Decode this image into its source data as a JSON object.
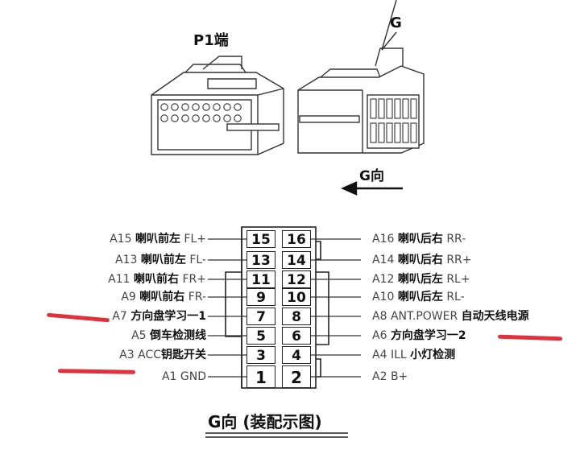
{
  "top": {
    "p1_label": "P1端",
    "g_label": "G",
    "direction_label": "G向"
  },
  "footer_title": "G向 (装配示图)",
  "pins": [
    {
      "num": "15",
      "id": "A15",
      "desc": "喇叭前左",
      "signal": "FL+",
      "side": "left"
    },
    {
      "num": "16",
      "id": "A16",
      "desc": "喇叭后右",
      "signal": "RR-",
      "side": "right"
    },
    {
      "num": "13",
      "id": "A13",
      "desc": "喇叭前左",
      "signal": "FL-",
      "side": "left"
    },
    {
      "num": "14",
      "id": "A14",
      "desc": "喇叭后右",
      "signal": "RR+",
      "side": "right"
    },
    {
      "num": "11",
      "id": "A11",
      "desc": "喇叭前右",
      "signal": "FR+",
      "side": "left"
    },
    {
      "num": "12",
      "id": "A12",
      "desc": "喇叭后左",
      "signal": "RL+",
      "side": "right"
    },
    {
      "num": "9",
      "id": "A9",
      "desc": "喇叭前右",
      "signal": "FR-",
      "side": "left"
    },
    {
      "num": "10",
      "id": "A10",
      "desc": "喇叭后左",
      "signal": "RL-",
      "side": "right"
    },
    {
      "num": "7",
      "id": "A7",
      "desc": "方向盘学习一1",
      "signal": "",
      "side": "left"
    },
    {
      "num": "8",
      "id": "A8",
      "desc": "自动天线电源",
      "signal": "ANT.POWER",
      "side": "right"
    },
    {
      "num": "5",
      "id": "A5",
      "desc": "倒车检测线",
      "signal": "",
      "side": "left"
    },
    {
      "num": "6",
      "id": "A6",
      "desc": "方向盘学习一2",
      "signal": "",
      "side": "right"
    },
    {
      "num": "3",
      "id": "A3",
      "desc": "钥匙开关",
      "signal": "ACC",
      "side": "left"
    },
    {
      "num": "4",
      "id": "A4",
      "desc": "小灯检测",
      "signal": "ILL",
      "side": "right"
    },
    {
      "num": "1",
      "id": "A1",
      "desc": "",
      "signal": "GND",
      "side": "left"
    },
    {
      "num": "2",
      "id": "A2",
      "desc": "",
      "signal": "B+",
      "side": "right"
    }
  ],
  "colors": {
    "line": "#222222",
    "highlight": "#e0313d"
  }
}
